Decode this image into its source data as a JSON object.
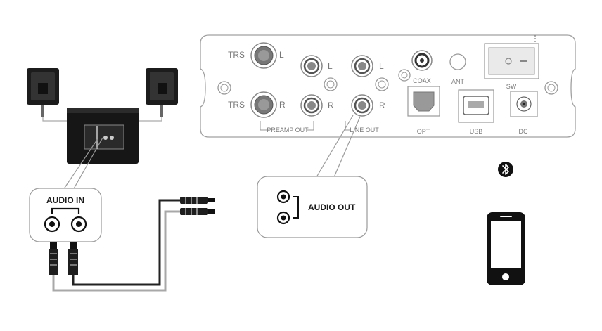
{
  "panel": {
    "trs_top": "TRS",
    "trs_top_ch": "L",
    "trs_bottom": "TRS",
    "trs_bottom_ch": "R",
    "preamp_l": "L",
    "preamp_r": "R",
    "line_l": "L",
    "line_r": "R",
    "preamp_out": "PREAMP OUT",
    "line_out": "LINE OUT",
    "coax": "COAX",
    "ant": "ANT",
    "sw": "SW",
    "opt": "OPT",
    "usb": "USB",
    "dc": "DC"
  },
  "callouts": {
    "audio_in": "AUDIO IN",
    "audio_out": "AUDIO OUT"
  },
  "icons": {
    "bluetooth": "bluetooth-icon",
    "phone": "smartphone-icon"
  },
  "colors": {
    "outline": "#9a9a9a",
    "dark": "#1a1a1a",
    "cable_black": "#222222",
    "cable_gray": "#a8a8a8"
  }
}
